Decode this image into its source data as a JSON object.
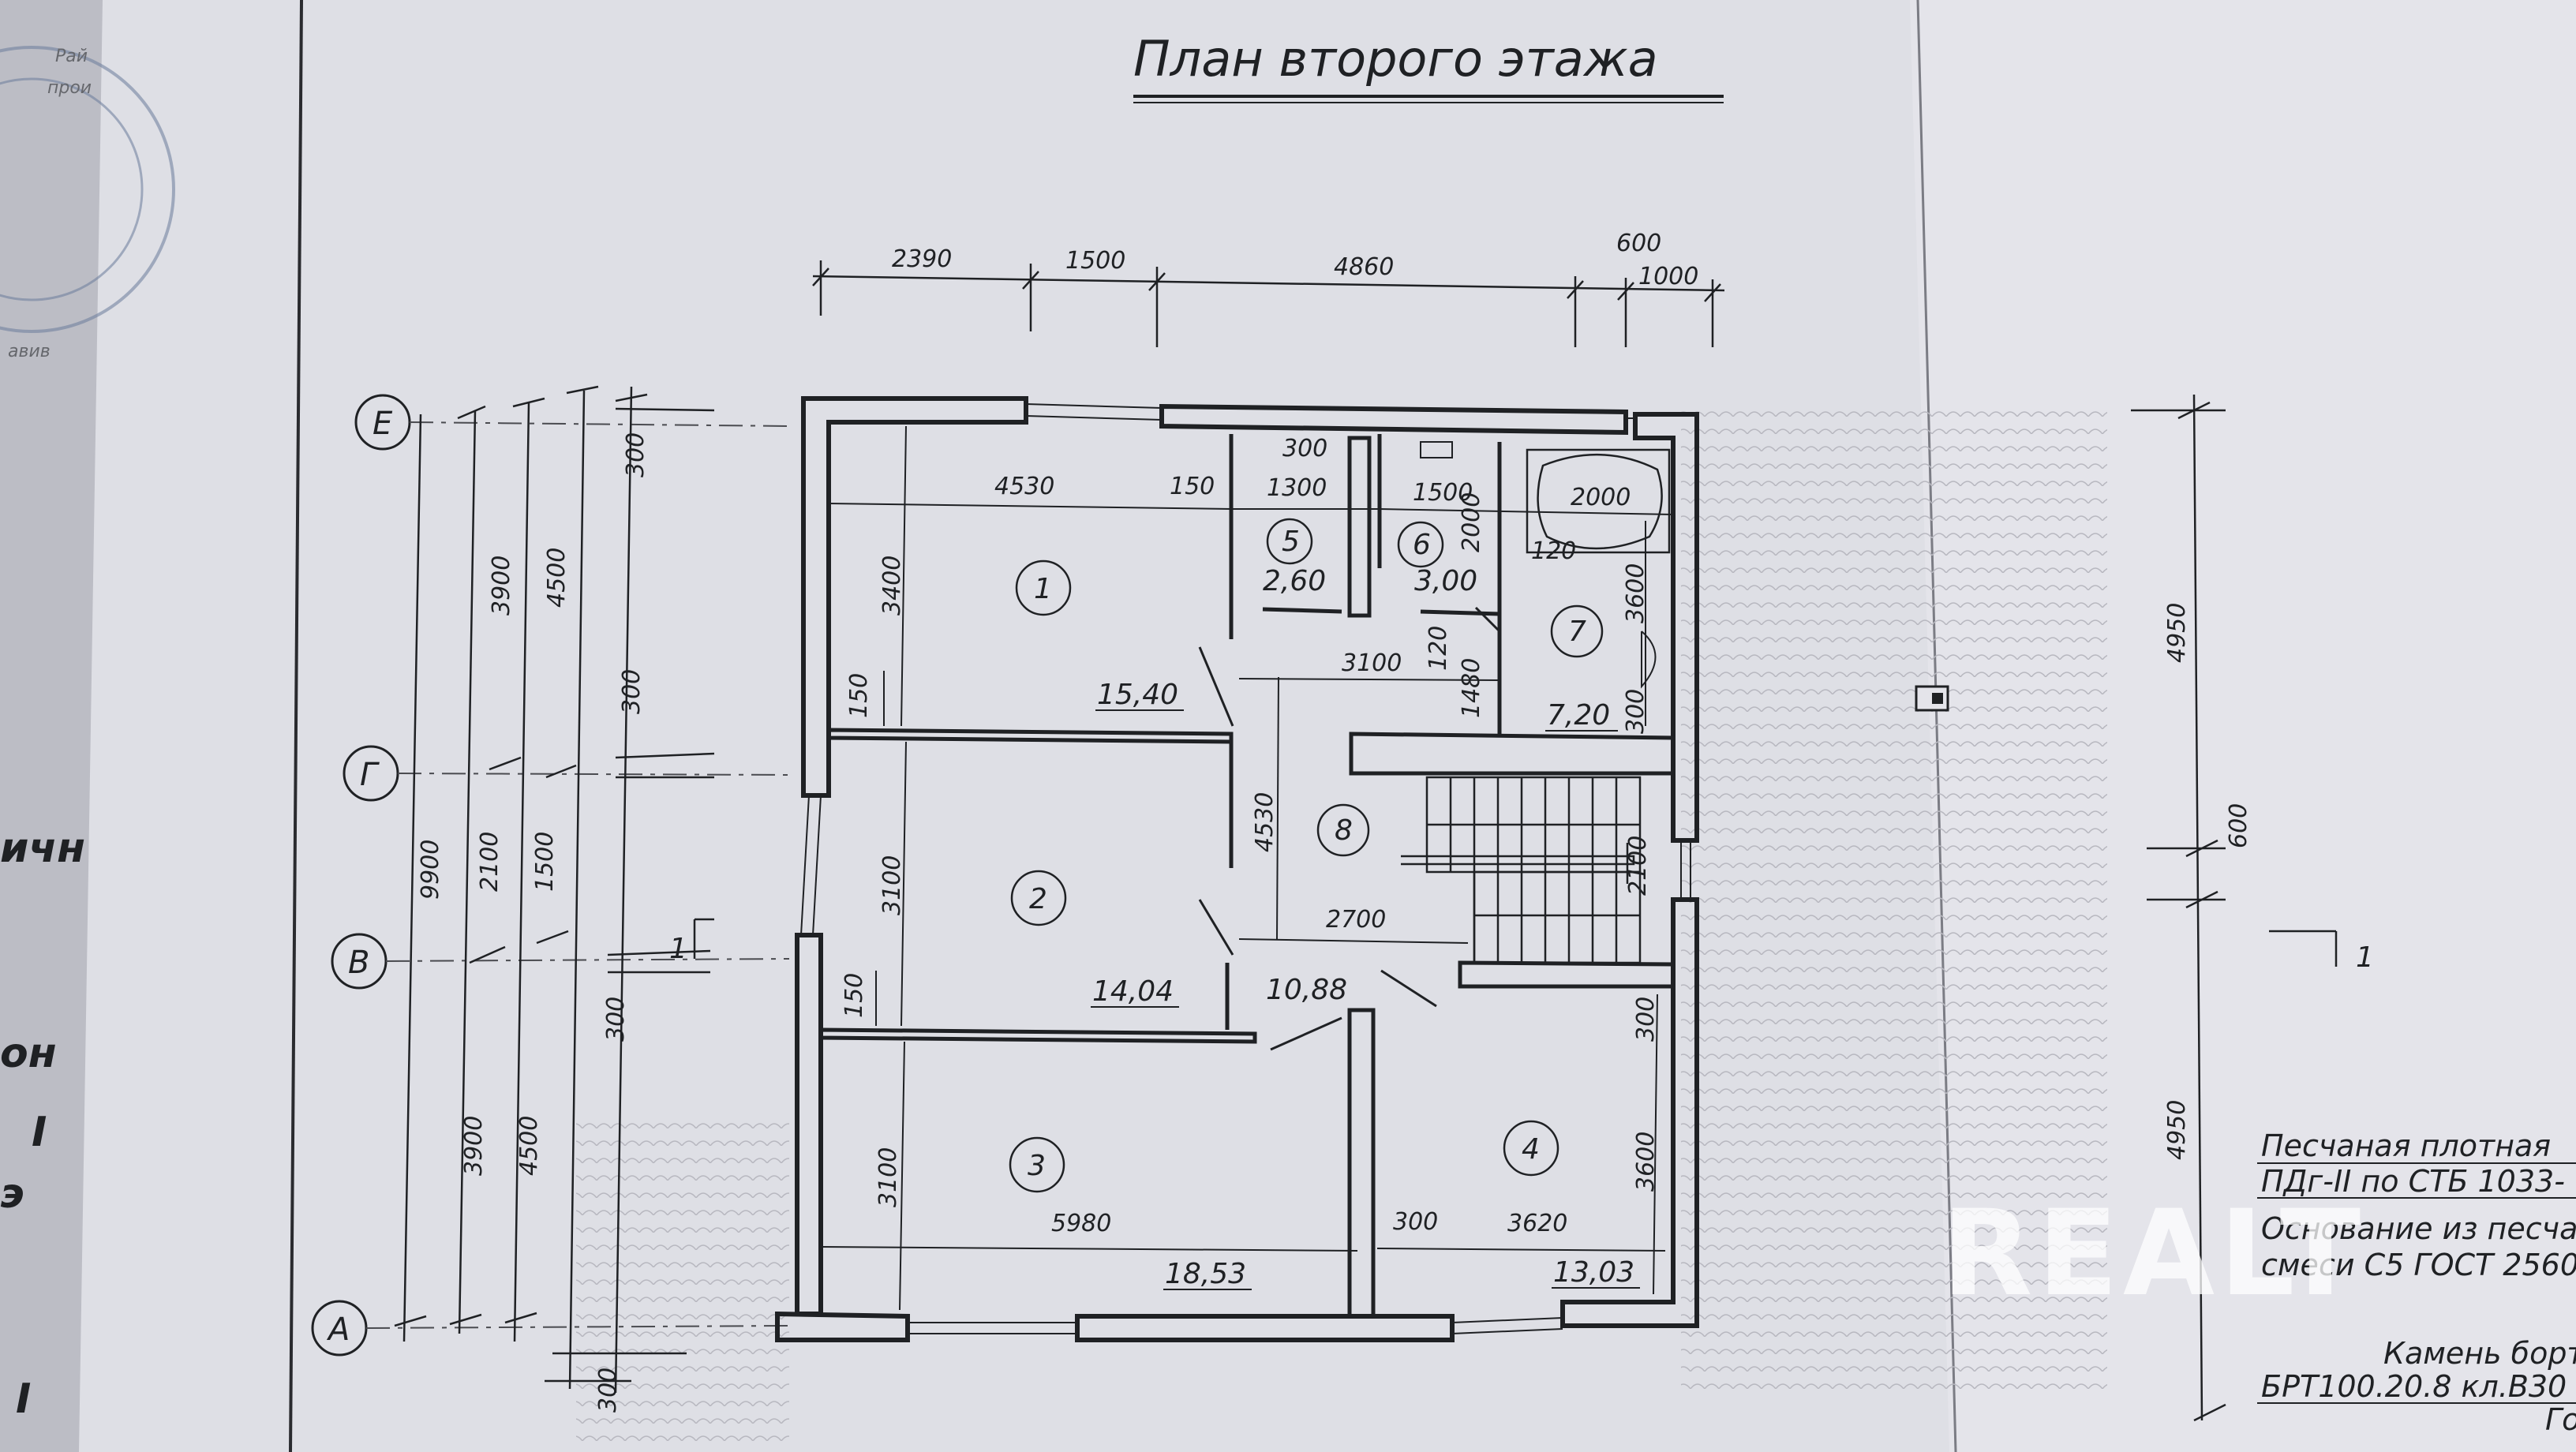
{
  "title": "План второго этажа",
  "axes": [
    "Е",
    "Г",
    "В",
    "А"
  ],
  "section_mark": "1",
  "dims_top": [
    "2390",
    "1500",
    "4860",
    "600",
    "1000"
  ],
  "dims_left": [
    "300",
    "3900",
    "4500",
    "9900",
    "300",
    "2100",
    "1500",
    "300",
    "3900",
    "4500",
    "300"
  ],
  "dims_inner": [
    "4530",
    "150",
    "1300",
    "300",
    "1500",
    "2000",
    "2000",
    "120",
    "3400",
    "3600",
    "3100",
    "120",
    "1480",
    "300",
    "150",
    "4530",
    "3100",
    "2700",
    "2100",
    "150",
    "3100",
    "5980",
    "300",
    "3620",
    "3600",
    "300"
  ],
  "dims_right": [
    "4950",
    "600",
    "4950"
  ],
  "rooms": [
    {
      "num": "1",
      "area": "15,40"
    },
    {
      "num": "2",
      "area": "14,04"
    },
    {
      "num": "3",
      "area": "18,53"
    },
    {
      "num": "4",
      "area": "13,03"
    },
    {
      "num": "5",
      "area": "2,60"
    },
    {
      "num": "6",
      "area": "3,00"
    },
    {
      "num": "7",
      "area": "7,20"
    },
    {
      "num": "8",
      "area": "10,88"
    }
  ],
  "notes": [
    "Песчаная плотная",
    "ПДг-II по СТБ 1033-",
    "Основание из песча",
    "смеси С5 ГОСТ 2560",
    "Камень борт",
    "БРТ100.20.8 кл.В30",
    "Го"
  ],
  "left_margin_text": [
    "ичн",
    "он",
    "І",
    "э",
    "І"
  ],
  "stamp_text": [
    "Рай",
    "прои",
    "авив"
  ],
  "watermark": "REALT"
}
